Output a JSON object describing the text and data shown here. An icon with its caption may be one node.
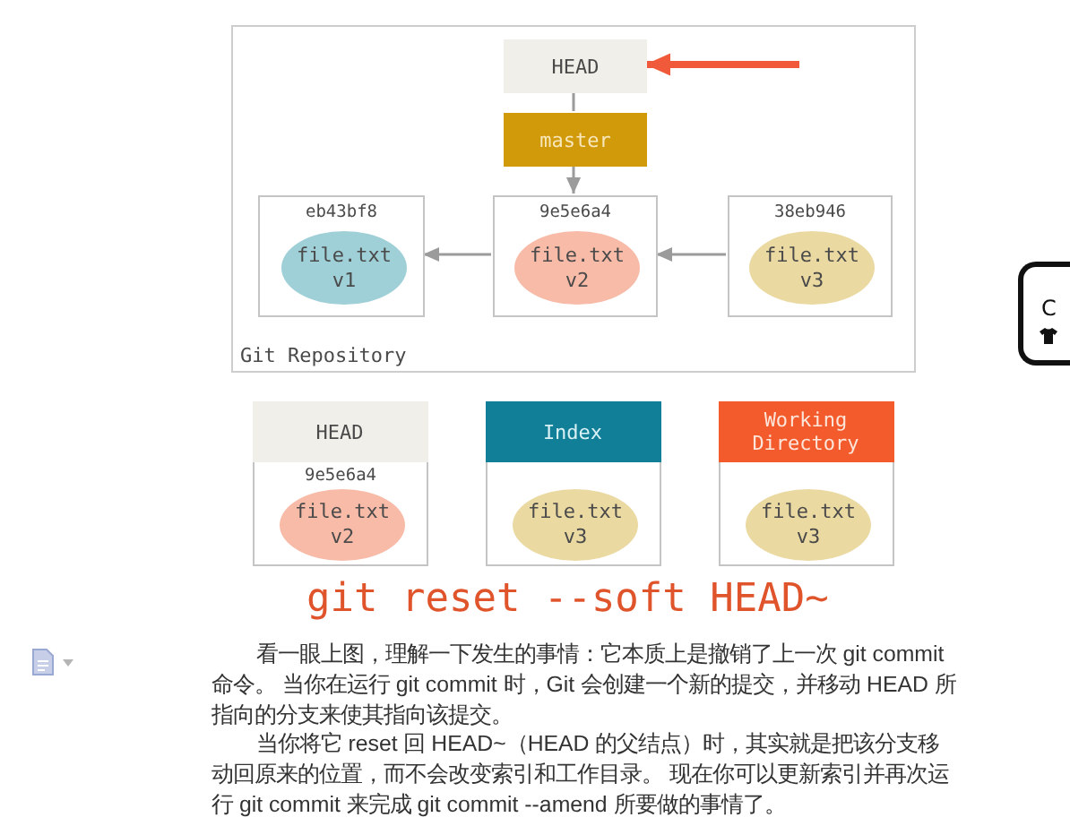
{
  "diagram": {
    "caption": "git reset --soft HEAD~",
    "nodes": [
      {
        "text": [
          "Git Repository"
        ]
      },
      {
        "text": [
          "HEAD"
        ],
        "in": 0
      },
      {
        "text": [
          "master"
        ],
        "in": 0
      },
      {
        "text": [
          "eb43bf8"
        ],
        "in": 0
      },
      {
        "text": [
          "file.txt v1"
        ],
        "in": 3
      },
      {
        "text": [
          "9e5e6a4"
        ],
        "in": 0
      },
      {
        "text": [
          "file.txt v2"
        ],
        "in": 5
      },
      {
        "text": [
          "38eb946"
        ],
        "in": 0
      },
      {
        "text": [
          "file.txt v3"
        ],
        "in": 7
      },
      {
        "text": [
          "HEAD",
          "9e5e6a4"
        ]
      },
      {
        "text": [
          "file.txt v2"
        ],
        "in": 9
      },
      {
        "text": [
          "Index"
        ]
      },
      {
        "text": [
          "file.txt v3"
        ],
        "in": 11
      },
      {
        "text": [
          "Working Directory"
        ]
      },
      {
        "text": [
          "file.txt v3"
        ],
        "in": 13
      }
    ],
    "edges": [
      {
        "from": null,
        "to": 1,
        "arrow": "to",
        "style": "thick",
        "color": "#f05a3a"
      },
      {
        "from": 1,
        "to": 2,
        "arrow": "none"
      },
      {
        "from": 2,
        "to": 5,
        "arrow": "to"
      },
      {
        "from": 5,
        "to": 3,
        "arrow": "to"
      },
      {
        "from": 7,
        "to": 5,
        "arrow": "to"
      }
    ],
    "labels": [
      "C",
      "看一眼上图，理解一下发生的事情：它本质上是撤销了上一次 git commit 命令。 当你在运行 git commit 时，Git 会创建一个新的提交，并移动 HEAD 所指向的分支来使其指向该提交。",
      "当你将它 reset 回 HEAD~（HEAD 的父结点）时，其实就是把该分支移动回原来的位置，而不会改变索引和工作目录。 现在你可以更新索引并再次运行 git commit 来完成 git commit --amend 所要做的事情了。"
    ]
  }
}
